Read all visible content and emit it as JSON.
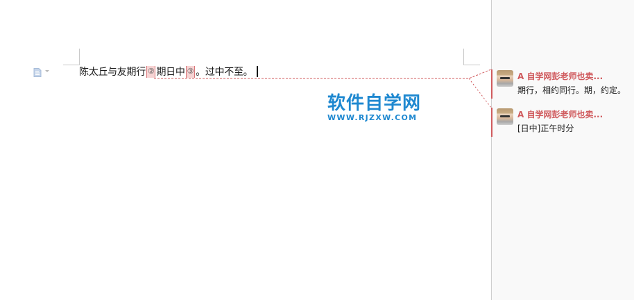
{
  "document": {
    "paragraph_icon": "paragraph-menu-icon",
    "text_before_ref1": "陈太丘与友期行",
    "ref1": "②",
    "text_between_refs": "期日中",
    "ref2": "③",
    "text_after_ref2": "。过中不至。"
  },
  "watermark": {
    "title": "软件自学网",
    "url": "WWW.RJZXW.COM"
  },
  "comments": [
    {
      "author": "A 自学网彭老师也卖...",
      "text": "期行，相约同行。期，约定。"
    },
    {
      "author": "A 自学网彭老师也卖...",
      "text": "[日中]正午时分"
    }
  ],
  "colors": {
    "comment_accent": "#d05b5e",
    "comment_ref_bg": "#f6d3d3",
    "watermark_blue": "#1e88d0",
    "pane_bg": "#f9f9f9"
  }
}
